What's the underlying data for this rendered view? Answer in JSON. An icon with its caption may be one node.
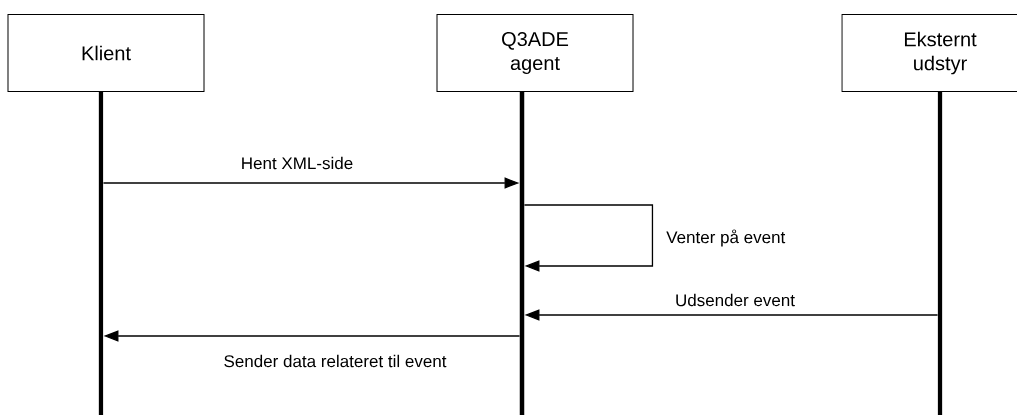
{
  "diagram": {
    "nodes": [
      {
        "text": [
          "Klient"
        ]
      },
      {
        "text": [
          "Q3ADE agent"
        ]
      },
      {
        "text": [
          "Eksternt udstyr"
        ]
      },
      {
        "text": [],
        "shape": "bar"
      },
      {
        "text": [],
        "shape": "bar"
      },
      {
        "text": [],
        "shape": "bar"
      }
    ],
    "edges": [
      {
        "from": 3,
        "to": 4,
        "arrow": "to",
        "label": "Hent XML-side"
      },
      {
        "from": 4,
        "to": 4,
        "arrow": "to",
        "label": "Venter på event"
      },
      {
        "from": 5,
        "to": 4,
        "arrow": "to",
        "label": "Udsender event"
      },
      {
        "from": 4,
        "to": 3,
        "arrow": "to",
        "label": "Sender data relateret til event"
      }
    ]
  }
}
